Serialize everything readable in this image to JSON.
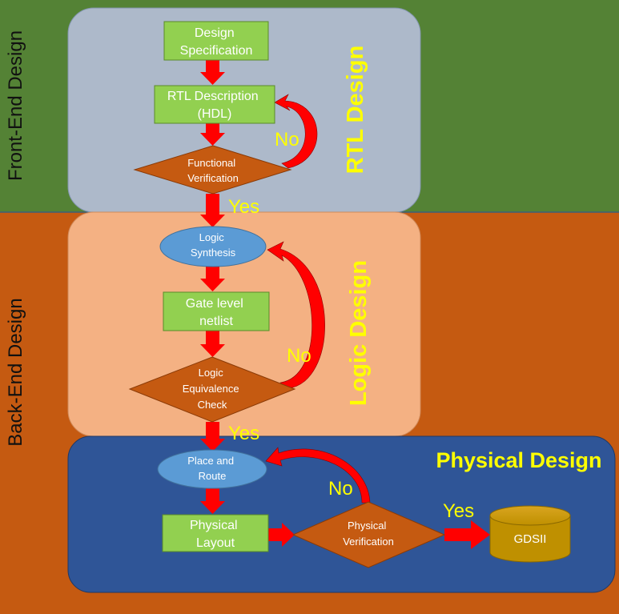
{
  "colors": {
    "front_end_band": "#548235",
    "back_end_band": "#c55a11",
    "rtl_panel": "#adb9ca",
    "logic_panel": "#f4b183",
    "physical_panel": "#2f5597",
    "box_green": "#92d050",
    "diamond_orange": "#c55a11",
    "ellipse_blue": "#5b9bd5",
    "arrow_red": "#ff0000",
    "yes_no_text": "#ffff00",
    "cylinder": "#bf9000"
  },
  "bands": {
    "front_end": "Front-End Design",
    "back_end": "Back-End Design"
  },
  "panels": {
    "rtl": "RTL Design",
    "logic": "Logic Design",
    "physical": "Physical Design"
  },
  "nodes": {
    "design_spec": [
      "Design",
      "Specification"
    ],
    "rtl_description": [
      "RTL Description",
      "(HDL)"
    ],
    "functional_verification": [
      "Functional",
      "Verification"
    ],
    "logic_synthesis": [
      "Logic",
      "Synthesis"
    ],
    "gate_level_netlist": [
      "Gate level",
      "netlist"
    ],
    "logic_equivalence_check": [
      "Logic",
      "Equivalence",
      "Check"
    ],
    "place_and_route": [
      "Place and",
      "Route"
    ],
    "physical_layout": [
      "Physical",
      "Layout"
    ],
    "physical_verification": [
      "Physical",
      "Verification"
    ],
    "gdsii": "GDSII"
  },
  "labels": {
    "yes": "Yes",
    "no": "No"
  }
}
